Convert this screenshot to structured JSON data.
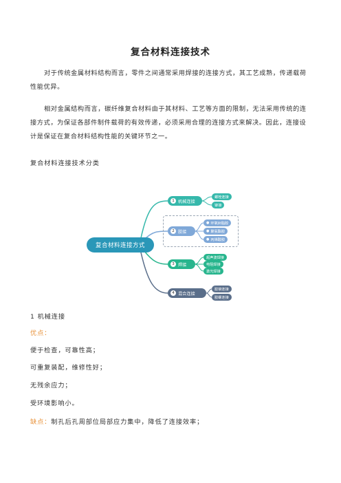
{
  "title": "复合材料连接技术",
  "paragraph1": "对于传统金属材料结构而言，零件之间通常采用焊接的连接方式，其工艺成熟，传递载荷性能优异。",
  "paragraph2": "相对金属结构而言，碳纤维复合材料由于其材料、工艺等方面的限制，无法采用传统的连接方式，为保证各部件制件载荷的有效传递，必须采用合理的连接方式来解决。因此，连接设计是保证在复合材料结构性能的关键环节之一。",
  "section_heading": "复合材料连接技术分类",
  "mindmap": {
    "root": "复合材料连接方式",
    "branches": [
      {
        "num": "1",
        "label": "机械连接",
        "color": "#35b8ab",
        "children": [
          "螺栓连接",
          "铆接"
        ]
      },
      {
        "num": "2",
        "label": "胶接",
        "color": "#7fa8d8",
        "children": [
          "环氧树脂胶",
          "聚氨酯胶",
          "丙烯酸胶"
        ]
      },
      {
        "num": "3",
        "label": "焊接",
        "color": "#27b58d",
        "children": [
          "超声波焊接",
          "电阻焊接",
          "激光焊接"
        ]
      },
      {
        "num": "4",
        "label": "混合连接",
        "color": "#5a6e8a",
        "children": [
          "胶铆连接",
          "胶螺连接"
        ]
      }
    ]
  },
  "subsection": "1 机械连接",
  "pros_label": "优点：",
  "pros": [
    "便于检查，可靠性高；",
    "可重复装配，维修性好；",
    "无残余应力；",
    "受环境影响小。"
  ],
  "cons_label": "缺点：",
  "cons_text": "制孔后孔周部位局部应力集中，降低了连接效率；"
}
